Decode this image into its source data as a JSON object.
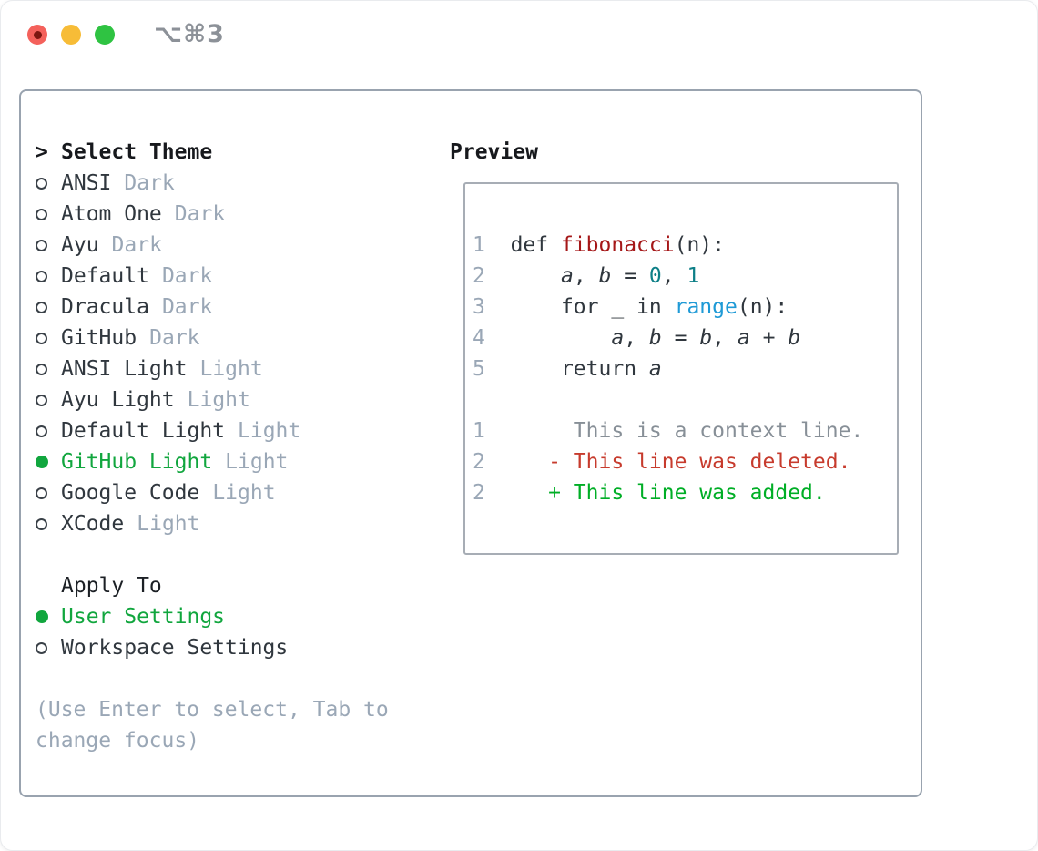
{
  "window": {
    "title": "⌥⌘3"
  },
  "colors": {
    "accent-green": "#11a63e",
    "added-green": "#00ae26",
    "deleted-red": "#c73b2d",
    "func-red": "#a51718",
    "builtin-blue": "#1f9ad6",
    "literal-teal": "#0d7f87",
    "muted": "#9aa7b6",
    "context-gray": "#878f97",
    "text-dark": "#30373e",
    "heading-dark": "#17191d",
    "panel-border": "#99a3af",
    "preview-border": "#a7adb5",
    "traffic-red": "#f4615b",
    "traffic-yellow": "#f7bc37",
    "traffic-green": "#2fc342"
  },
  "theme_list": {
    "header": {
      "prefix": ">",
      "label": "Select Theme"
    },
    "items": [
      {
        "name": "ANSI",
        "tag": "Dark",
        "selected": false
      },
      {
        "name": "Atom One",
        "tag": "Dark",
        "selected": false
      },
      {
        "name": "Ayu",
        "tag": "Dark",
        "selected": false
      },
      {
        "name": "Default",
        "tag": "Dark",
        "selected": false
      },
      {
        "name": "Dracula",
        "tag": "Dark",
        "selected": false
      },
      {
        "name": "GitHub",
        "tag": "Dark",
        "selected": false
      },
      {
        "name": "ANSI Light",
        "tag": "Light",
        "selected": false
      },
      {
        "name": "Ayu Light",
        "tag": "Light",
        "selected": false
      },
      {
        "name": "Default Light",
        "tag": "Light",
        "selected": false
      },
      {
        "name": "GitHub Light",
        "tag": "Light",
        "selected": true
      },
      {
        "name": "Google Code",
        "tag": "Light",
        "selected": false
      },
      {
        "name": "XCode",
        "tag": "Light",
        "selected": false
      }
    ]
  },
  "apply_to": {
    "label": "Apply To",
    "options": [
      {
        "name": "User Settings",
        "selected": true
      },
      {
        "name": "Workspace Settings",
        "selected": false
      }
    ]
  },
  "hint": {
    "lines": [
      "(Use Enter to select, Tab to",
      "change focus)"
    ]
  },
  "preview": {
    "label": "Preview",
    "code_lines": [
      {
        "num": "1",
        "tokens": [
          [
            "pl",
            "  "
          ],
          [
            "kw",
            "def"
          ],
          [
            "pl",
            " "
          ],
          [
            "fn",
            "fibonacci"
          ],
          [
            "pl",
            "(n):"
          ]
        ]
      },
      {
        "num": "2",
        "tokens": [
          [
            "pl",
            "      "
          ],
          [
            "var",
            "a"
          ],
          [
            "pl",
            ", "
          ],
          [
            "var",
            "b"
          ],
          [
            "pl",
            " = "
          ],
          [
            "lit",
            "0"
          ],
          [
            "pl",
            ", "
          ],
          [
            "lit",
            "1"
          ]
        ]
      },
      {
        "num": "3",
        "tokens": [
          [
            "pl",
            "      "
          ],
          [
            "kw",
            "for"
          ],
          [
            "pl",
            " _ "
          ],
          [
            "kw",
            "in"
          ],
          [
            "pl",
            " "
          ],
          [
            "bi",
            "range"
          ],
          [
            "pl",
            "(n):"
          ]
        ]
      },
      {
        "num": "4",
        "tokens": [
          [
            "pl",
            "          "
          ],
          [
            "var",
            "a"
          ],
          [
            "pl",
            ", "
          ],
          [
            "var",
            "b"
          ],
          [
            "pl",
            " = "
          ],
          [
            "var",
            "b"
          ],
          [
            "pl",
            ", "
          ],
          [
            "var",
            "a"
          ],
          [
            "pl",
            " + "
          ],
          [
            "var",
            "b"
          ]
        ]
      },
      {
        "num": "5",
        "tokens": [
          [
            "pl",
            "      "
          ],
          [
            "kw",
            "return"
          ],
          [
            "pl",
            " "
          ],
          [
            "var",
            "a"
          ]
        ]
      },
      {
        "num": "",
        "tokens": []
      },
      {
        "num": "1",
        "tokens": [
          [
            "ctx",
            "       This is a context line."
          ]
        ]
      },
      {
        "num": "2",
        "tokens": [
          [
            "pl",
            "     "
          ],
          [
            "del",
            "- This line was deleted."
          ]
        ]
      },
      {
        "num": "2",
        "tokens": [
          [
            "pl",
            "     "
          ],
          [
            "add",
            "+ This line was added."
          ]
        ]
      }
    ]
  }
}
